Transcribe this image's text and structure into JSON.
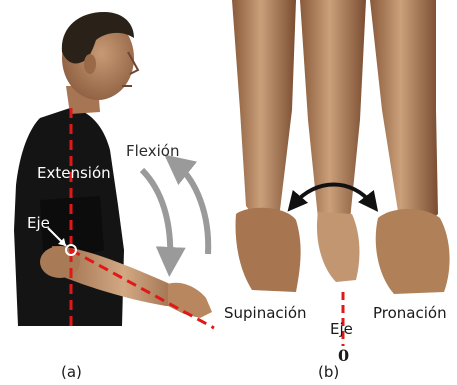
{
  "panel_a": {
    "caption": "(a)",
    "labels": {
      "flexion": "Flexión",
      "extension": "Extensión",
      "axis": "Eje"
    }
  },
  "panel_b": {
    "caption": "(b)",
    "labels": {
      "supination": "Supinación",
      "pronation": "Pronación",
      "axis": "Eje",
      "zero": "0"
    }
  },
  "colors": {
    "axis_line": "#e01818",
    "arrow_grey": "#9a9a9a",
    "arrow_black": "#111111",
    "shirt": "#111111",
    "skin": "#c9956b",
    "skin_dark": "#8a5a3a",
    "hair": "#2a2118"
  }
}
